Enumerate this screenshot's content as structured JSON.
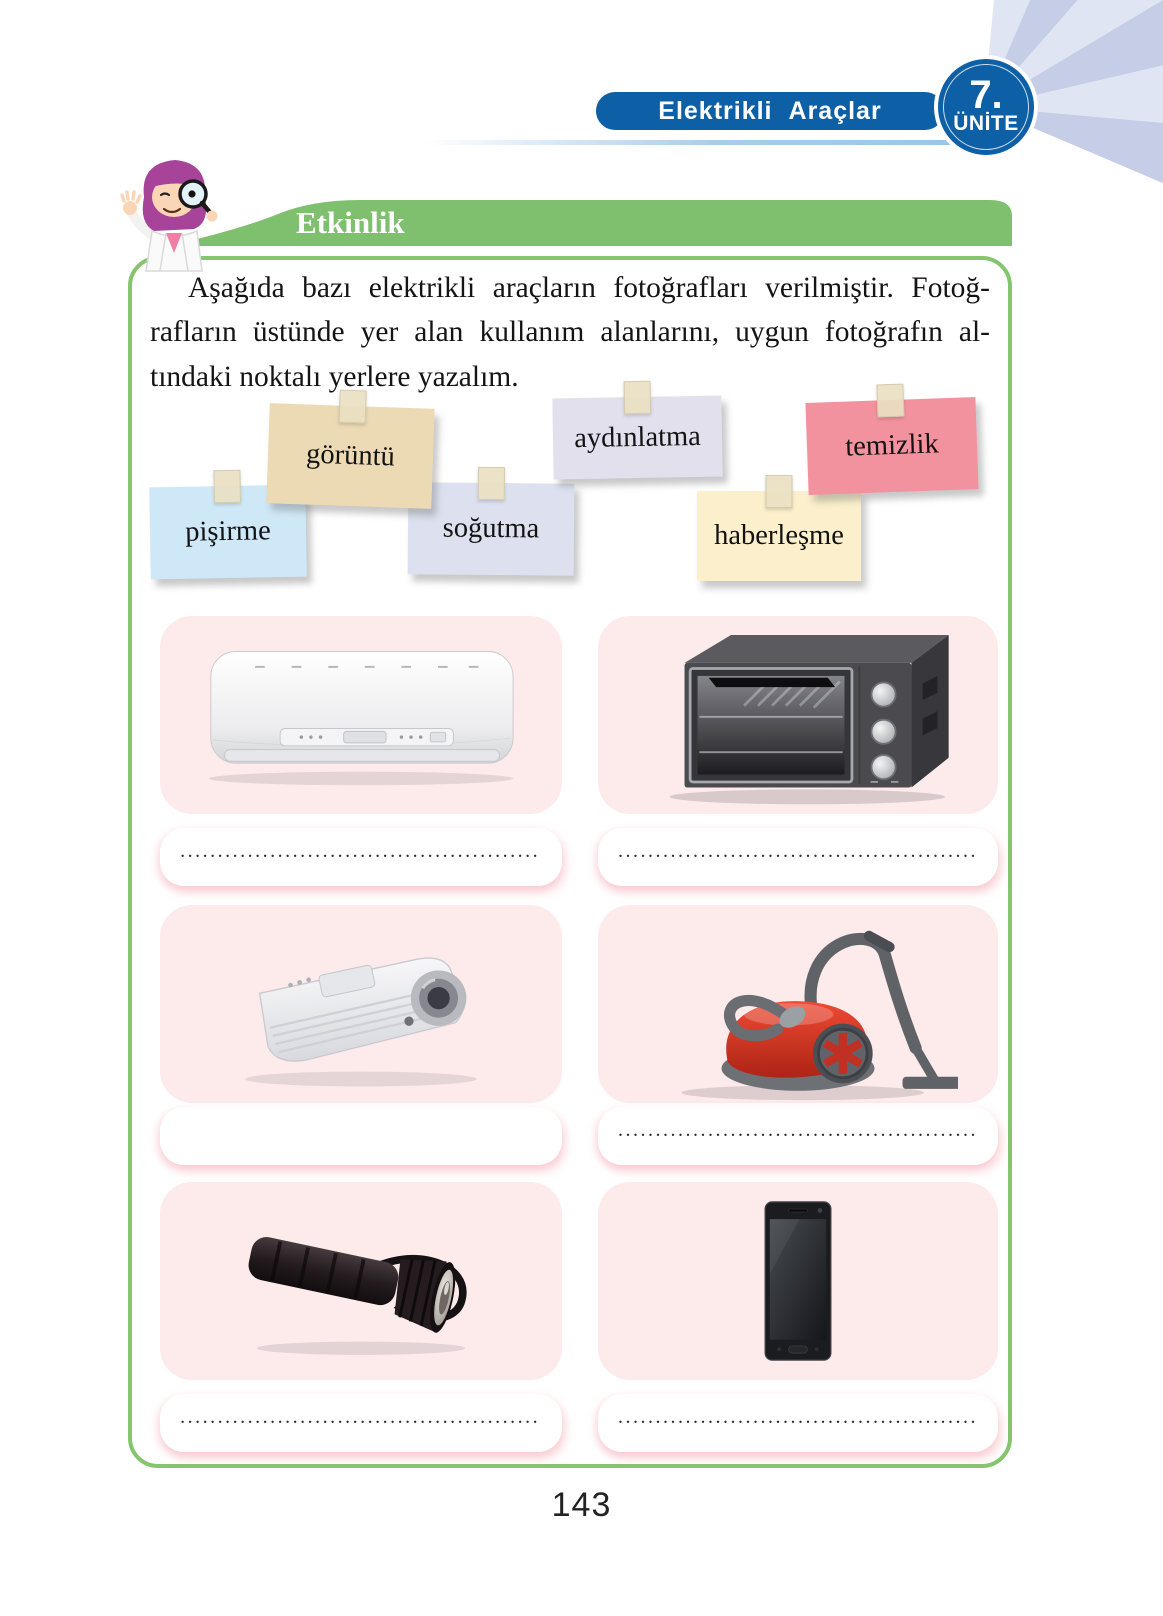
{
  "header": {
    "section_title": "Elektrikli Araçlar",
    "unit_number": "7.",
    "unit_word": "ÜNİTE"
  },
  "banner": {
    "label": "Etkinlik"
  },
  "instructions": {
    "line1": "Aşağıda bazı elektrikli araçların fotoğrafları verilmiştir. Fotoğ-",
    "line2": "rafların üstünde yer alan kullanım alanlarını, uygun fotoğrafın al-",
    "line3": "tındaki noktalı yerlere yazalım."
  },
  "usage_labels": [
    {
      "text": "görüntü",
      "color": "#ebdab4"
    },
    {
      "text": "aydınlatma",
      "color": "#e3e0ee"
    },
    {
      "text": "temizlik",
      "color": "#f2929e"
    },
    {
      "text": "pişirme",
      "color": "#cfe8f7"
    },
    {
      "text": "soğutma",
      "color": "#dde1ef"
    },
    {
      "text": "haberleşme",
      "color": "#fbf0cb"
    }
  ],
  "photo_grid": {
    "dotted_blank": "................................................",
    "cells": [
      {
        "image": "air-conditioner-image",
        "has_blank": true
      },
      {
        "image": "toaster-oven-image",
        "has_blank": true
      },
      {
        "image": "projector-image",
        "has_blank": false
      },
      {
        "image": "vacuum-cleaner-image",
        "has_blank": true
      },
      {
        "image": "flashlight-image",
        "has_blank": true
      },
      {
        "image": "smartphone-image",
        "has_blank": true
      }
    ]
  },
  "colors": {
    "header_blue": "#0d5fa6",
    "banner_green": "#7fc06f",
    "box_border_green": "#85c56d",
    "photo_card_pink": "#fdeaea"
  },
  "footer": {
    "page_number": "143"
  }
}
